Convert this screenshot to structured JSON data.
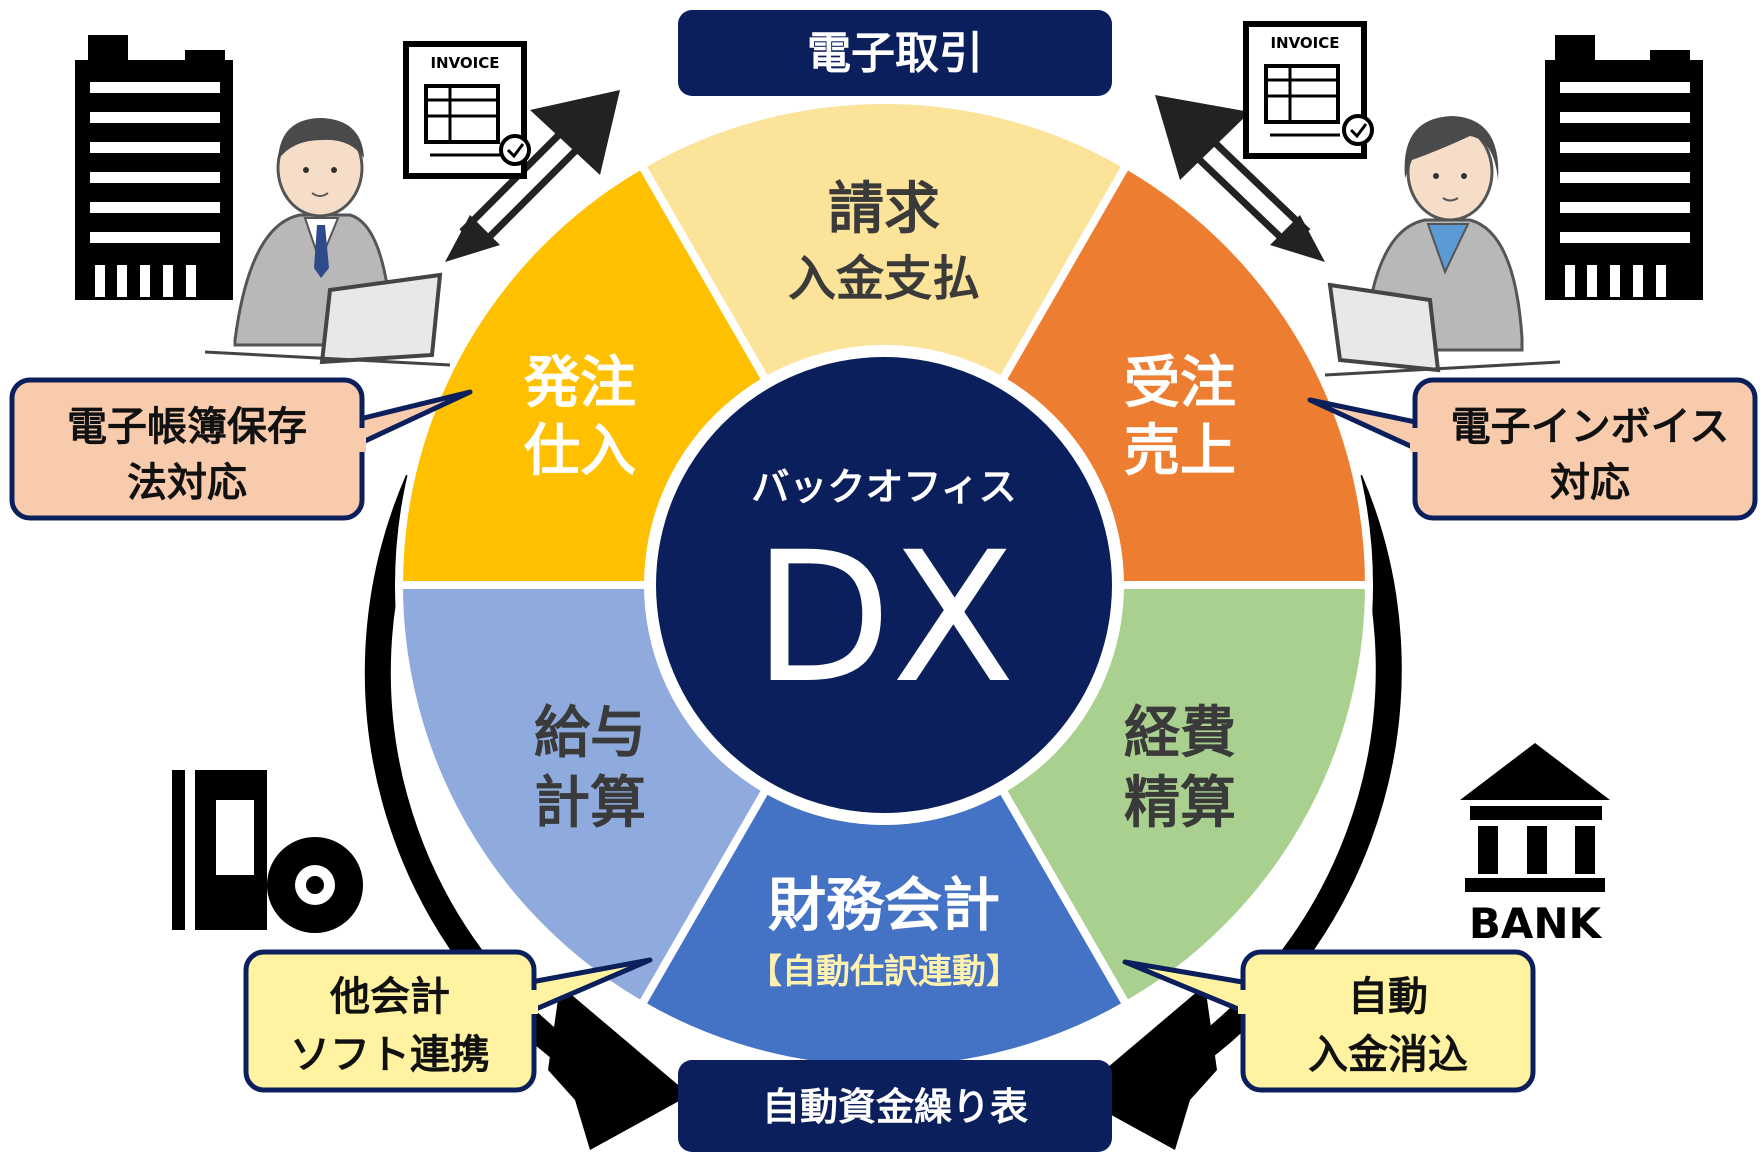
{
  "banners": {
    "top": "電子取引",
    "bottom": "自動資金繰り表"
  },
  "center": {
    "sub": "バックオフィス",
    "main": "DX"
  },
  "segments": [
    {
      "id": "seikyu",
      "lines": [
        "請求",
        "入金支払"
      ],
      "color": "#FCE39A",
      "text_color": "#3A3A3A"
    },
    {
      "id": "juchu",
      "lines": [
        "受注",
        "売上"
      ],
      "color": "#ED7D31",
      "text_color": "#FFFFFF"
    },
    {
      "id": "keihi",
      "lines": [
        "経費",
        "精算"
      ],
      "color": "#A9D08E",
      "text_color": "#3A3A3A"
    },
    {
      "id": "zaimu",
      "lines": [
        "財務会計"
      ],
      "sub": "【自動仕訳連動】",
      "color": "#4472C4",
      "text_color": "#FFFFFF",
      "sub_color": "#FFF2B0"
    },
    {
      "id": "kyuyo",
      "lines": [
        "給与",
        "計算"
      ],
      "color": "#8FAADC",
      "text_color": "#3A3A3A"
    },
    {
      "id": "hatchu",
      "lines": [
        "発注",
        "仕入"
      ],
      "color": "#FFC000",
      "text_color": "#FFFFFF"
    }
  ],
  "callouts": {
    "left_top": {
      "lines": [
        "電子帳簿保存",
        "法対応"
      ],
      "fill": "#F8CBAD"
    },
    "right_top": {
      "lines": [
        "電子インボイス",
        "対応"
      ],
      "fill": "#F8CBAD"
    },
    "left_bottom": {
      "lines": [
        "他会計",
        "ソフト連携"
      ],
      "fill": "#FFF2A0"
    },
    "right_bottom": {
      "lines": [
        "自動",
        "入金消込"
      ],
      "fill": "#FFF2A0"
    }
  },
  "icons": {
    "invoice_label": "INVOICE",
    "bank_label": "BANK"
  },
  "colors": {
    "navy": "#0B1F5C",
    "ring": "#000000"
  }
}
